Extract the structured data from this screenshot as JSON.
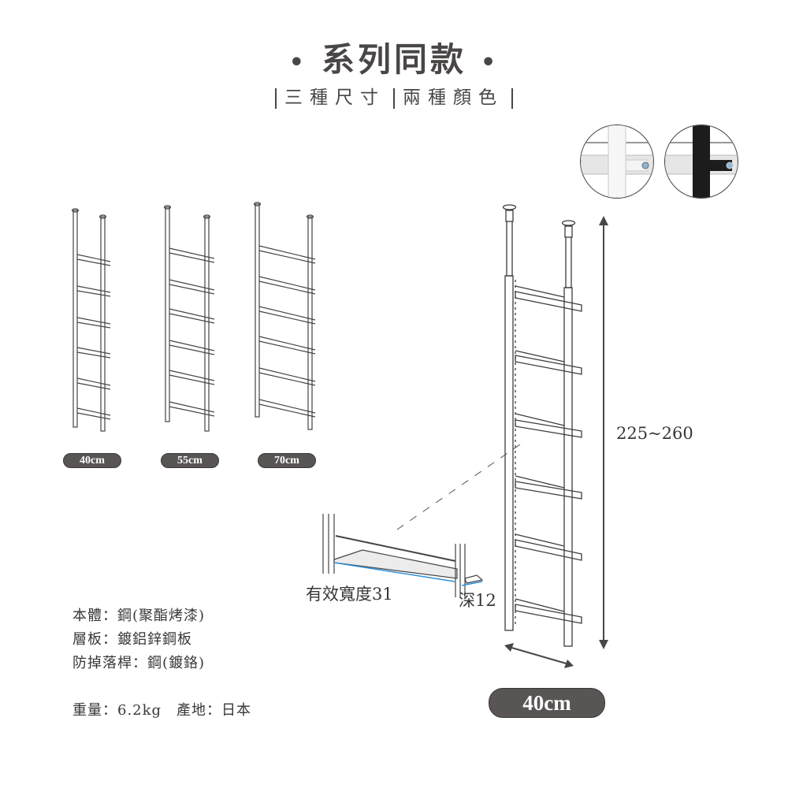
{
  "header": {
    "title": "系列同款",
    "title_bullet": "•",
    "subtitle_sizes": "三種尺寸",
    "subtitle_colors": "兩種顏色"
  },
  "color_options": [
    {
      "name": "white",
      "frame_color": "#f2f2f2"
    },
    {
      "name": "black",
      "frame_color": "#1c1c1c"
    }
  ],
  "size_variants": [
    {
      "label": "40cm",
      "shelves": 6
    },
    {
      "label": "55cm",
      "shelves": 6
    },
    {
      "label": "70cm",
      "shelves": 6
    }
  ],
  "detail_view": {
    "effective_width_label": "有效寬度31",
    "depth_label": "深12",
    "highlight_color": "#2f8fd8"
  },
  "main_rack": {
    "height_label": "225~260",
    "width_label": "40cm",
    "shelves": 6
  },
  "specs": {
    "body": "本體：鋼(聚酯烤漆)",
    "shelf": "層板：鍍鋁鋅鋼板",
    "rail": "防掉落桿：鋼(鍍鉻)",
    "weight_origin": "重量：6.2kg　產地：日本"
  }
}
